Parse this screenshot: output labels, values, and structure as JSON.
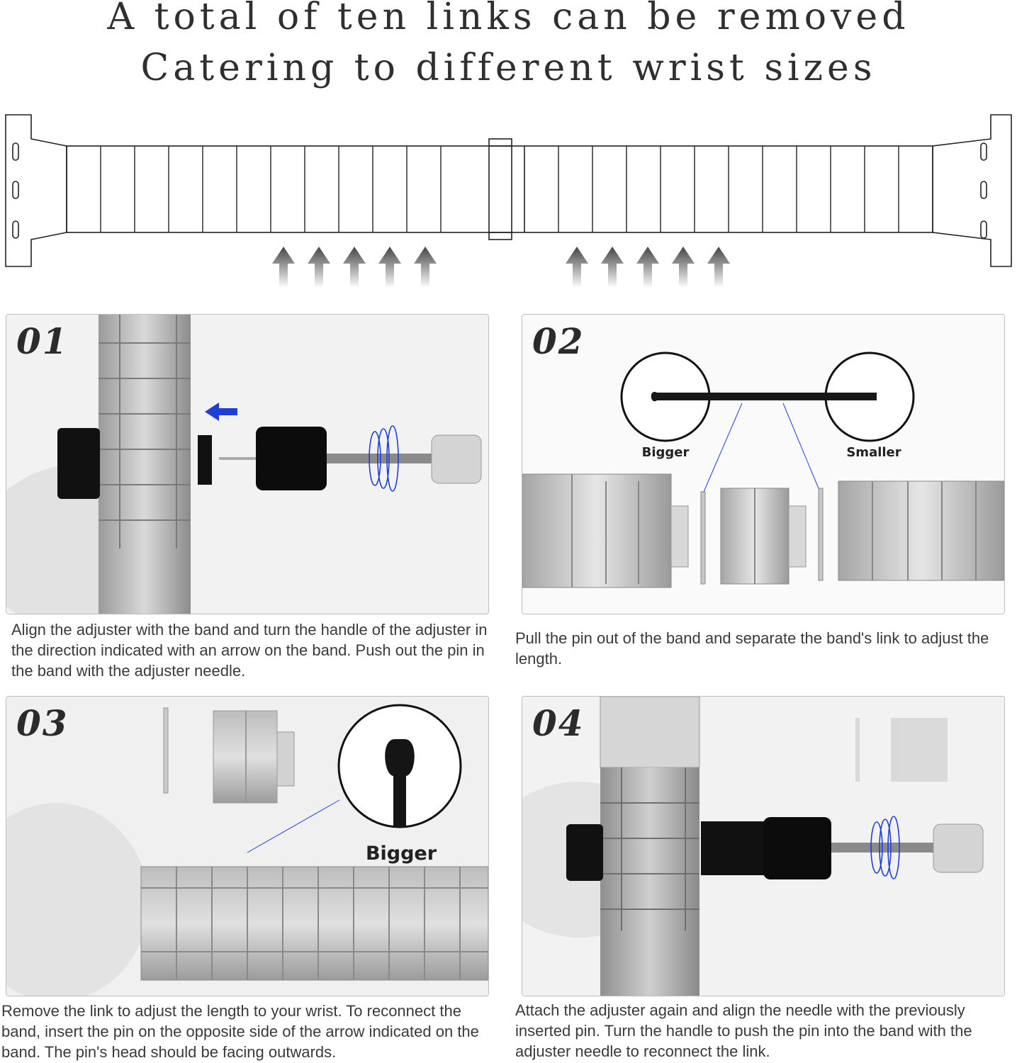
{
  "title": {
    "line1": "A total of ten links can be removed",
    "line2": "Catering to different wrist sizes"
  },
  "steps": [
    {
      "number": "01",
      "caption": "Align the adjuster with the band and turn the handle of the adjuster in the direction indicated with an arrow on the band. Push out the pin in the band with the adjuster needle."
    },
    {
      "number": "02",
      "caption": "Pull the pin out of the band and separate the band's link to adjust the length.",
      "labels": {
        "bigger": "Bigger",
        "smaller": "Smaller"
      }
    },
    {
      "number": "03",
      "caption": "Remove the link to adjust the length to your wrist. To reconnect the band, insert the pin on the opposite side of the arrow indicated on the band. The pin's head should be facing outwards.",
      "labels": {
        "bigger": "Bigger"
      }
    },
    {
      "number": "04",
      "caption": "Attach the adjuster again and align the needle with the previously inserted pin. Turn the handle to push the pin into the band with the adjuster needle to reconnect the link."
    }
  ],
  "colors": {
    "accent_arrow": "#1f3fd6",
    "removable_arrow": "#555555"
  },
  "icons": {
    "removal_arrow": "up-arrow-icon",
    "direction_arrow": "left-arrow-icon"
  }
}
